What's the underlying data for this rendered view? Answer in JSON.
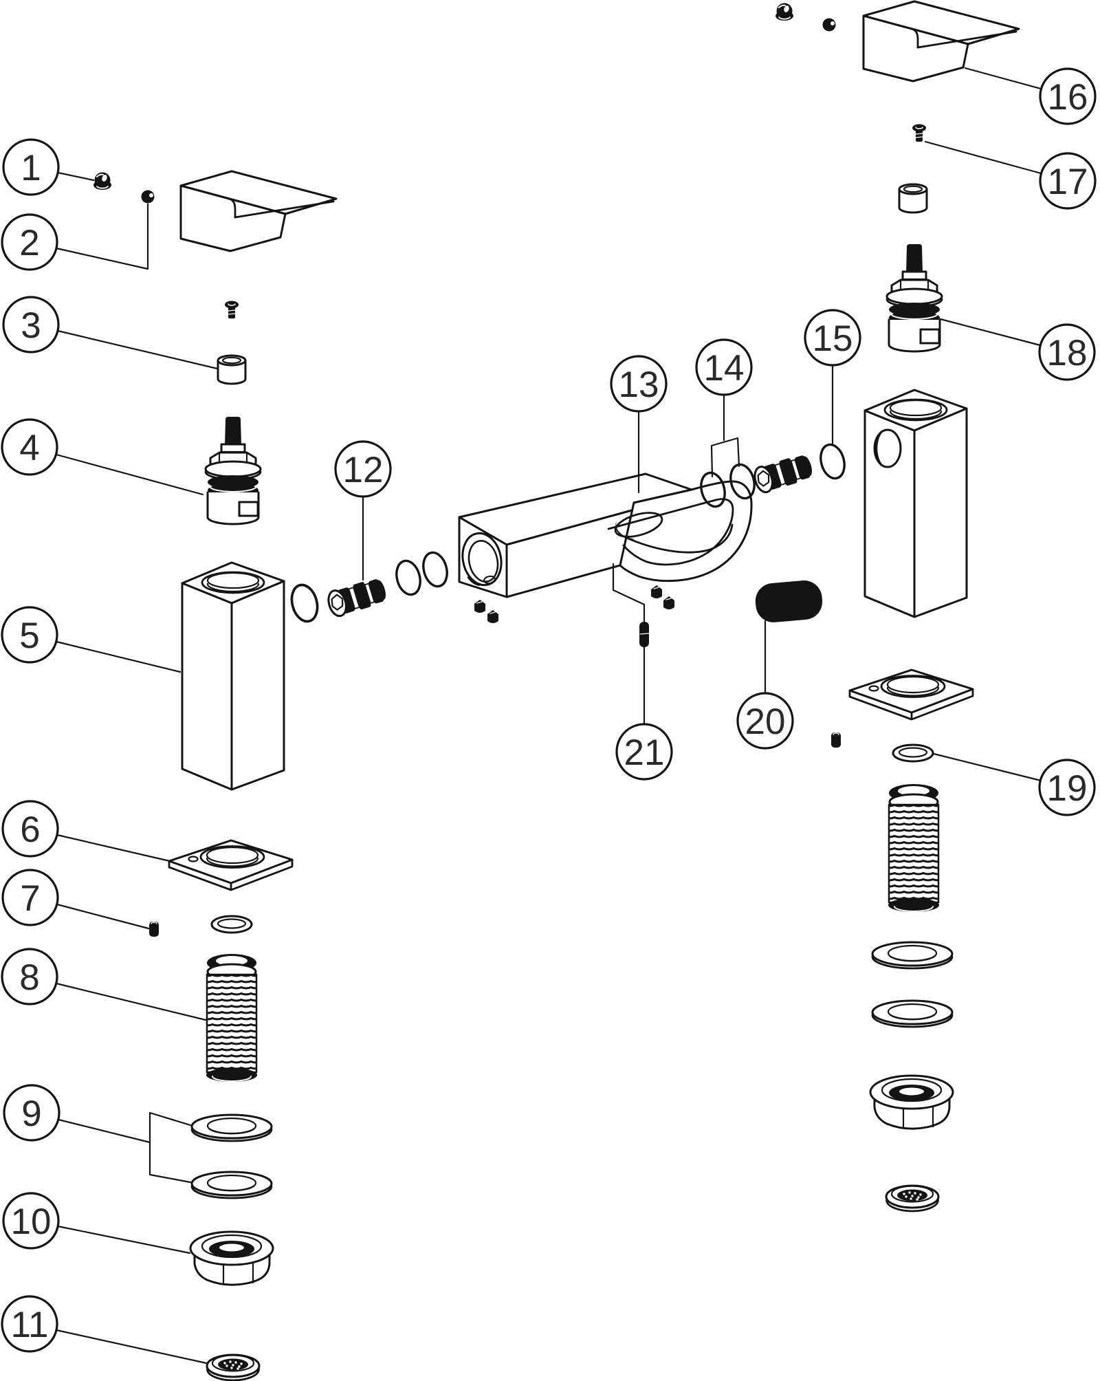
{
  "diagram": {
    "description": "Exploded parts diagram of a waterfall bath filler mixer tap with 21 numbered callouts",
    "colors": {
      "background": "#ffffff",
      "line": "#141414"
    },
    "callouts": [
      {
        "number": "1",
        "part": "handle-fixing-nut"
      },
      {
        "number": "2",
        "part": "handle-indicator-ball"
      },
      {
        "number": "3",
        "part": "handle-bush"
      },
      {
        "number": "4",
        "part": "valve-cartridge"
      },
      {
        "number": "5",
        "part": "valve-body-column"
      },
      {
        "number": "6",
        "part": "square-base-flange"
      },
      {
        "number": "7",
        "part": "grub-screw"
      },
      {
        "number": "8",
        "part": "threaded-shank"
      },
      {
        "number": "9",
        "part": "washer-pair"
      },
      {
        "number": "10",
        "part": "backnut"
      },
      {
        "number": "11",
        "part": "flow-insert"
      },
      {
        "number": "12",
        "part": "inlet-connector"
      },
      {
        "number": "13",
        "part": "spout-body"
      },
      {
        "number": "14",
        "part": "o-ring-pair"
      },
      {
        "number": "15",
        "part": "o-ring"
      },
      {
        "number": "16",
        "part": "lever-handle"
      },
      {
        "number": "17",
        "part": "handle-screw"
      },
      {
        "number": "18",
        "part": "valve-cartridge"
      },
      {
        "number": "19",
        "part": "o-ring"
      },
      {
        "number": "20",
        "part": "flow-straightener"
      },
      {
        "number": "21",
        "part": "locating-pin"
      }
    ]
  }
}
